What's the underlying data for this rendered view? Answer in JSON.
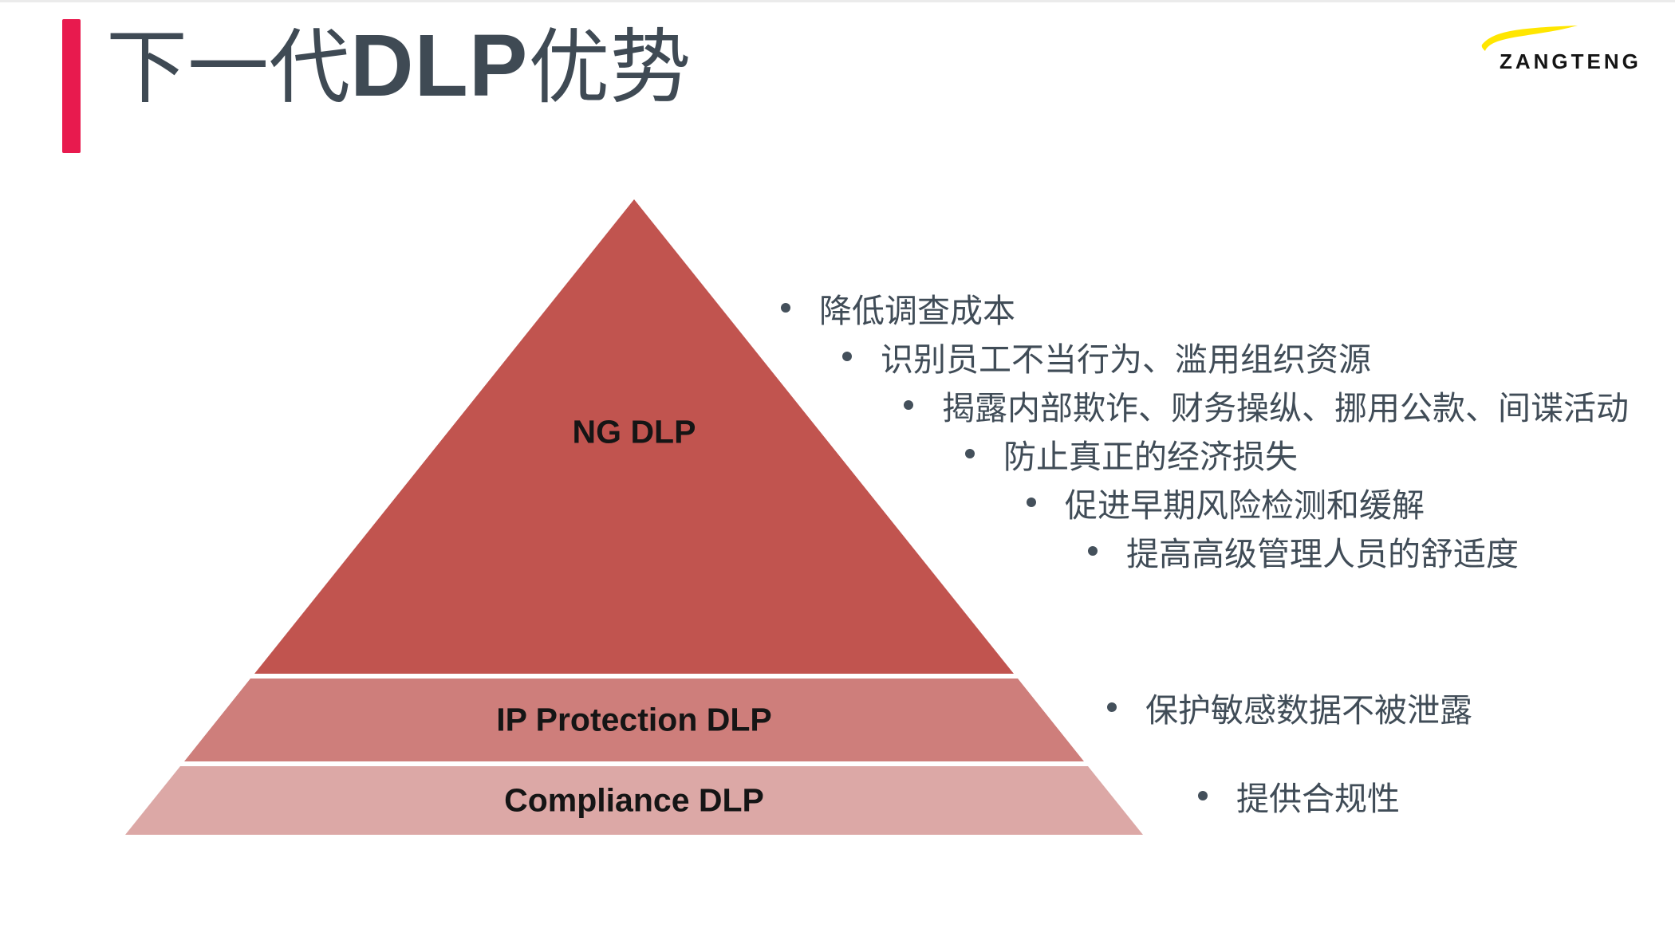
{
  "slide": {
    "title": {
      "prefix": "下一代",
      "latin": "DLP",
      "suffix": "优势"
    },
    "accent_bar_color": "#E81A4E",
    "title_color": "#3F4A54"
  },
  "logo": {
    "text": "ZANGTENG",
    "swoosh_color": "#FFE600",
    "text_color": "#141414"
  },
  "pyramid": {
    "levels": [
      {
        "label": "NG DLP",
        "color": "#C1544F"
      },
      {
        "label": "IP Protection DLP",
        "color": "#CE7E7B"
      },
      {
        "label": "Compliance DLP",
        "color": "#DCA8A6"
      }
    ]
  },
  "bullets": {
    "ng": [
      "降低调查成本",
      "识别员工不当行为、滥用组织资源",
      "揭露内部欺诈、财务操纵、挪用公款、间谍活动",
      "防止真正的经济损失",
      "促进早期风险检测和缓解",
      "提高高级管理人员的舒适度"
    ],
    "ip": "保护敏感数据不被泄露",
    "compliance": "提供合规性"
  }
}
